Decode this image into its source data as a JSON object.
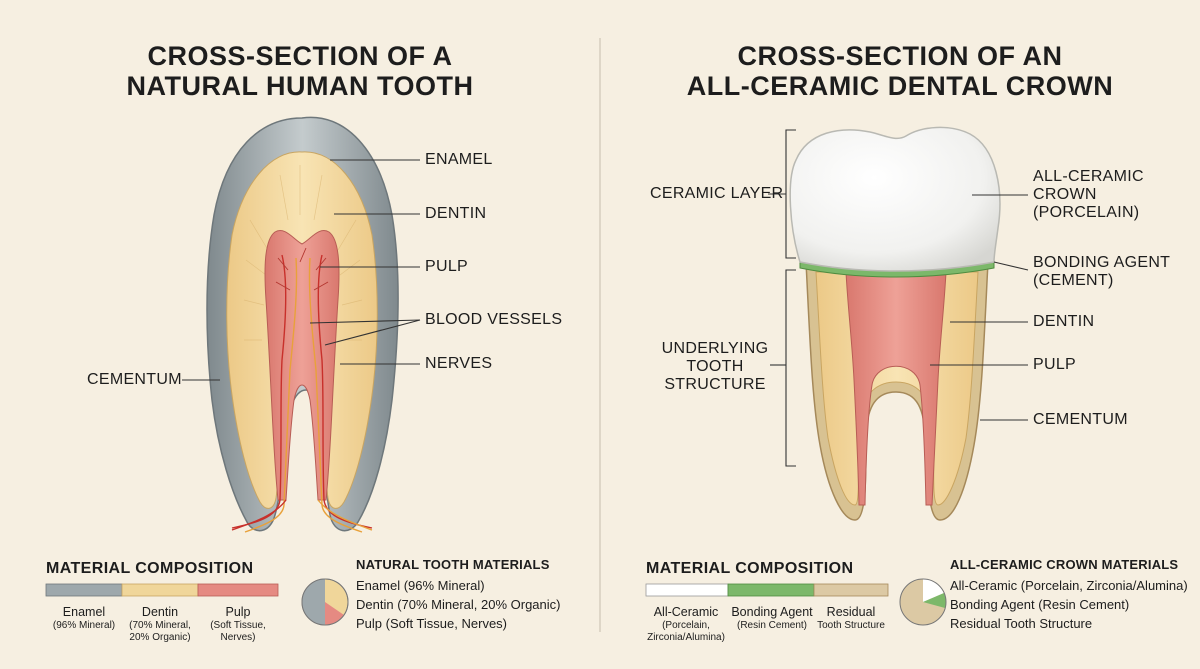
{
  "left_panel": {
    "title_line1": "CROSS-SECTION OF A",
    "title_line2": "NATURAL HUMAN TOOTH",
    "labels": {
      "enamel": "ENAMEL",
      "dentin": "DENTIN",
      "pulp": "PULP",
      "blood_vessels": "BLOOD VESSELS",
      "nerves": "NERVES",
      "cementum": "CEMENTUM"
    },
    "composition": {
      "heading": "MATERIAL COMPOSITION",
      "segments": [
        {
          "name": "Enamel",
          "detail_line1": "(96% Mineral)",
          "detail_line2": "",
          "color": "#9ea8ac",
          "fraction": 0.333
        },
        {
          "name": "Dentin",
          "detail_line1": "(70% Mineral,",
          "detail_line2": "20% Organic)",
          "color": "#f0d69a",
          "fraction": 0.333
        },
        {
          "name": "Pulp",
          "detail_line1": "(Soft Tissue,",
          "detail_line2": "Nerves)",
          "color": "#e58a82",
          "fraction": 0.334
        }
      ]
    },
    "legend": {
      "heading": "NATURAL TOOTH MATERIALS",
      "items": [
        "Enamel (96% Mineral)",
        "Dentin (70% Mineral, 20% Organic)",
        "Pulp (Soft Tissue, Nerves)"
      ]
    }
  },
  "right_panel": {
    "title_line1": "CROSS-SECTION OF AN",
    "title_line2": "ALL-CERAMIC DENTAL CROWN",
    "labels": {
      "ceramic_layer": "CERAMIC LAYER",
      "crown_line1": "ALL-CERAMIC",
      "crown_line2": "CROWN",
      "crown_line3": "(PORCELAIN)",
      "bonding_line1": "BONDING AGENT",
      "bonding_line2": "(CEMENT)",
      "dentin": "DENTIN",
      "pulp": "PULP",
      "cementum": "CEMENTUM",
      "underlying_line1": "UNDERLYING",
      "underlying_line2": "TOOTH",
      "underlying_line3": "STRUCTURE"
    },
    "composition": {
      "heading": "MATERIAL COMPOSITION",
      "segments": [
        {
          "name": "All-Ceramic",
          "detail_line1": "(Porcelain,",
          "detail_line2": "Zirconia/Alumina)",
          "color": "#ffffff",
          "fraction": 0.333
        },
        {
          "name": "Bonding Agent",
          "detail_line1": "(Resin Cement)",
          "detail_line2": "",
          "color": "#7cb86a",
          "fraction": 0.333
        },
        {
          "name": "Residual",
          "detail_line1": "Tooth Structure",
          "detail_line2": "",
          "color": "#dcc9a4",
          "fraction": 0.334
        }
      ]
    },
    "legend": {
      "heading": "ALL-CERAMIC CROWN MATERIALS",
      "items": [
        "All-Ceramic (Porcelain, Zirconia/Alumina)",
        "Bonding Agent (Resin Cement)",
        "Residual Tooth Structure"
      ]
    }
  },
  "colors": {
    "background": "#f6efe1",
    "enamel": "#9ea8ac",
    "dentin": "#f0d69a",
    "pulp": "#e58a82",
    "ceramic": "#ffffff",
    "bonding": "#7cb86a",
    "residual": "#dcc9a4"
  }
}
